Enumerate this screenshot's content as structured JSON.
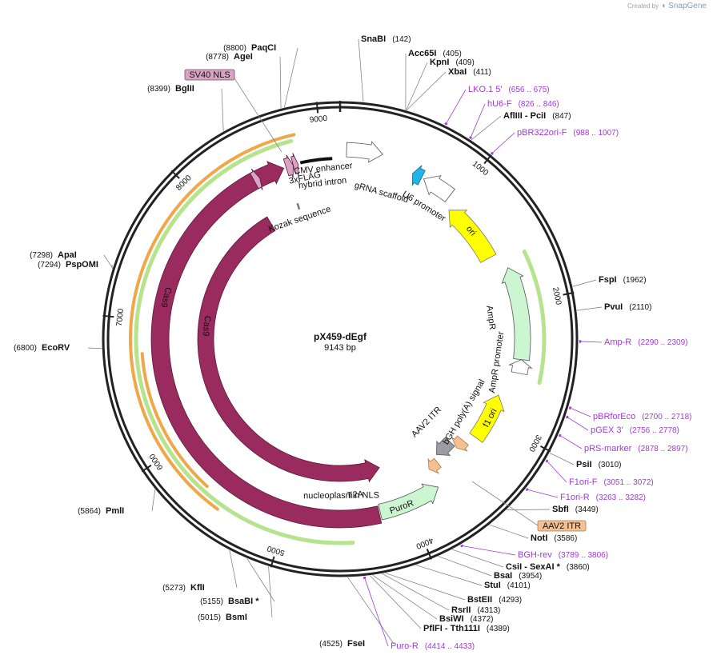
{
  "brand": {
    "created_by": "Created by",
    "name": "SnapGene"
  },
  "plasmid": {
    "name": "pX459-dEgf",
    "length_label": "9143 bp",
    "length": 9143
  },
  "ticks": [
    {
      "bp": 1000,
      "label": "1000"
    },
    {
      "bp": 2000,
      "label": "2000"
    },
    {
      "bp": 3000,
      "label": "3000"
    },
    {
      "bp": 4000,
      "label": "4000"
    },
    {
      "bp": 5000,
      "label": "5000"
    },
    {
      "bp": 6000,
      "label": "6000"
    },
    {
      "bp": 7000,
      "label": "7000"
    },
    {
      "bp": 8000,
      "label": "8000"
    },
    {
      "bp": 9000,
      "label": "9000"
    }
  ],
  "enzymes": [
    {
      "name": "SnaBI",
      "pos": "(142)",
      "bp": 142,
      "side": "right"
    },
    {
      "name": "Acc65I",
      "pos": "(405)",
      "bp": 405,
      "side": "right"
    },
    {
      "name": "KpnI",
      "pos": "(409)",
      "bp": 409,
      "side": "right"
    },
    {
      "name": "XbaI",
      "pos": "(411)",
      "bp": 411,
      "side": "right"
    },
    {
      "name": "AflIII  - PciI",
      "pos": "(847)",
      "bp": 847,
      "side": "right"
    },
    {
      "name": "FspI",
      "pos": "(1962)",
      "bp": 1962,
      "side": "right"
    },
    {
      "name": "PvuI",
      "pos": "(2110)",
      "bp": 2110,
      "side": "right"
    },
    {
      "name": "PsiI",
      "pos": "(3010)",
      "bp": 3010,
      "side": "right"
    },
    {
      "name": "SbfI",
      "pos": "(3449)",
      "bp": 3449,
      "side": "right"
    },
    {
      "name": "NotI",
      "pos": "(3586)",
      "bp": 3586,
      "side": "right"
    },
    {
      "name": "CsiI  - SexAI *",
      "pos": "(3860)",
      "bp": 3860,
      "side": "right"
    },
    {
      "name": "BsaI",
      "pos": "(3954)",
      "bp": 3954,
      "side": "right"
    },
    {
      "name": "StuI",
      "pos": "(4101)",
      "bp": 4101,
      "side": "right"
    },
    {
      "name": "BstEII",
      "pos": "(4293)",
      "bp": 4293,
      "side": "right"
    },
    {
      "name": "RsrII",
      "pos": "(4313)",
      "bp": 4313,
      "side": "right"
    },
    {
      "name": "BsiWI",
      "pos": "(4372)",
      "bp": 4372,
      "side": "right"
    },
    {
      "name": "PflFI  - Tth111I",
      "pos": "(4389)",
      "bp": 4389,
      "side": "right"
    },
    {
      "name": "FseI",
      "pos": "(4525)",
      "bp": 4525,
      "side": "left"
    },
    {
      "name": "BsmI",
      "pos": "(5015)",
      "bp": 5015,
      "side": "left"
    },
    {
      "name": "BsaBI *",
      "pos": "(5155)",
      "bp": 5155,
      "side": "left"
    },
    {
      "name": "KflI",
      "pos": "(5273)",
      "bp": 5273,
      "side": "left"
    },
    {
      "name": "PmlI",
      "pos": "(5864)",
      "bp": 5864,
      "side": "left"
    },
    {
      "name": "EcoRV",
      "pos": "(6800)",
      "bp": 6800,
      "side": "left"
    },
    {
      "name": "PspOMI",
      "pos": "(7294)",
      "bp": 7294,
      "side": "left"
    },
    {
      "name": "ApaI",
      "pos": "(7298)",
      "bp": 7298,
      "side": "left"
    },
    {
      "name": "BglII",
      "pos": "(8399)",
      "bp": 8399,
      "side": "left"
    },
    {
      "name": "AgeI",
      "pos": "(8778)",
      "bp": 8778,
      "side": "left"
    },
    {
      "name": "PaqCI",
      "pos": "(8800)",
      "bp": 8800,
      "side": "left"
    }
  ],
  "primers": [
    {
      "name": "LKO.1 5'",
      "pos": "(656 .. 675)",
      "bp": 665
    },
    {
      "name": "hU6-F",
      "pos": "(826 .. 846)",
      "bp": 836
    },
    {
      "name": "pBR322ori-F",
      "pos": "(988 .. 1007)",
      "bp": 997
    },
    {
      "name": "Amp-R",
      "pos": "(2290 .. 2309)",
      "bp": 2300
    },
    {
      "name": "pBRforEco",
      "pos": "(2700 .. 2718)",
      "bp": 2709
    },
    {
      "name": "pGEX 3'",
      "pos": "(2756 .. 2778)",
      "bp": 2767
    },
    {
      "name": "pRS-marker",
      "pos": "(2878 .. 2897)",
      "bp": 2887
    },
    {
      "name": "F1ori-F",
      "pos": "(3051 .. 3072)",
      "bp": 3061
    },
    {
      "name": "F1ori-R",
      "pos": "(3263 .. 3282)",
      "bp": 3272
    },
    {
      "name": "BGH-rev",
      "pos": "(3789 .. 3806)",
      "bp": 3797
    },
    {
      "name": "Puro-R",
      "pos": "(4414 .. 4433)",
      "bp": 4423
    }
  ],
  "boxed_labels": [
    {
      "name": "SV40 NLS",
      "color": "#d9a3c4"
    },
    {
      "name": "AAV2 ITR",
      "color": "#f6c192"
    }
  ],
  "features": [
    {
      "name": "CMV enhancer",
      "color": "#ffffff"
    },
    {
      "name": "gRNA scaffold",
      "color": "#1fb5e6"
    },
    {
      "name": "U6 promoter",
      "color": "#ffffff"
    },
    {
      "name": "ori",
      "color": "#ffff00"
    },
    {
      "name": "AmpR",
      "color": "#ccf5d1"
    },
    {
      "name": "AmpR promoter",
      "color": "#ffffff"
    },
    {
      "name": "f1 ori",
      "color": "#ffff00"
    },
    {
      "name": "AAV2 ITR",
      "color": "#f6c192"
    },
    {
      "name": "bGH poly(A) signal",
      "color": "#a0a0a0"
    },
    {
      "name": "PuroR",
      "color": "#ccf5d1"
    },
    {
      "name": "T2A",
      "color": "#d9a3c4"
    },
    {
      "name": "nucleoplasmin NLS",
      "color": "#a0305e"
    },
    {
      "name": "Cas9",
      "color": "#99295c"
    },
    {
      "name": "Cas9",
      "color": "#99295c"
    },
    {
      "name": "Kozak sequence",
      "color": "#a0a0a0"
    },
    {
      "name": "3xFLAG",
      "color": "#d9a3c4"
    },
    {
      "name": "hybrid intron",
      "color": "#111111"
    }
  ],
  "colors": {
    "backbone": "#222222",
    "cas9": "#992b5f",
    "orf_outline_orange": "#f2a64a",
    "orf_outline_green": "#8fd14f",
    "primer": "#a13ad6",
    "ori_yellow": "#ffff00",
    "ampr_green": "#ccf5d1",
    "scaffold_blue": "#1fb5e6"
  }
}
